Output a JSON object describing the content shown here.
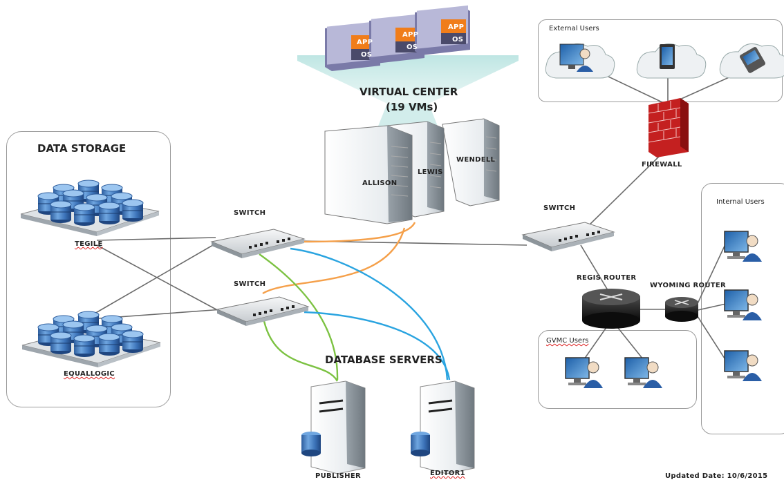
{
  "groups": {
    "data_storage": "DATA STORAGE",
    "virtual_center_line1": "VIRTUAL CENTER",
    "virtual_center_line2": "(19 VMs)",
    "database_servers": "DATABASE SERVERS",
    "external_users": "External Users",
    "internal_users": "Internal Users",
    "gvmc_users": "GVMC Users"
  },
  "vm_tile": {
    "app": "APP",
    "os": "OS"
  },
  "hosts": [
    "ALLISON",
    "LEWIS",
    "WENDELL"
  ],
  "storage": {
    "tegile": "TEGILE",
    "equallogic": "EQUALLOGIC"
  },
  "network": {
    "switch_top_left": "SWITCH",
    "switch_bottom_left": "SWITCH",
    "switch_right": "SWITCH",
    "firewall": "FIREWALL",
    "regis_router": "REGIS ROUTER",
    "wyoming_router": "WYOMING ROUTER"
  },
  "db_servers": {
    "publisher": "PUBLISHER",
    "editor": "EDITOR1"
  },
  "footer": {
    "updated": "Updated Date: 10/6/2015"
  },
  "colors": {
    "orange_link": "#f5a04a",
    "green_link": "#7cc242",
    "blue_link": "#2aa4e0",
    "vm_app": "#f07d1a",
    "vm_os": "#4a4a6a",
    "firewall": "#c42020"
  }
}
